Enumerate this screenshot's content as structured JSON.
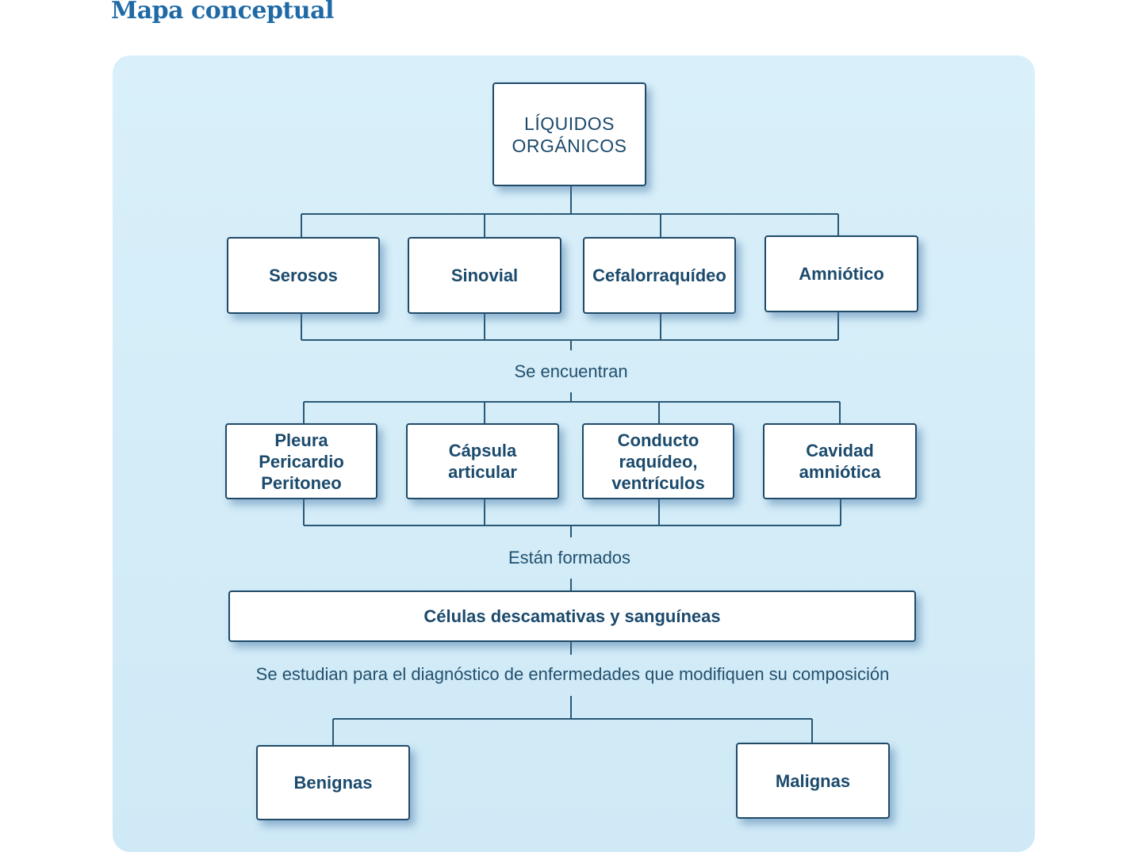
{
  "title": "Mapa conceptual",
  "root": "LÍQUIDOS\nORGÁNICOS",
  "types": [
    "Serosos",
    "Sinovial",
    "Cefalorraquídeo",
    "Amniótico"
  ],
  "link1": "Se encuentran",
  "locations": [
    "Pleura\nPericardio\nPeritoneo",
    "Cápsula\narticular",
    "Conducto\nraquídeo,\nventrículos",
    "Cavidad\namniótica"
  ],
  "link2": "Están formados",
  "cells": "Células descamativas y sanguíneas",
  "link3": "Se estudian para el diagnóstico de enfermedades que modifiquen su composición",
  "diseases": [
    "Benignas",
    "Malignas"
  ],
  "colors": {
    "panel": "#d6eef8",
    "line": "#1f4a68",
    "title": "#1f6aa6"
  }
}
